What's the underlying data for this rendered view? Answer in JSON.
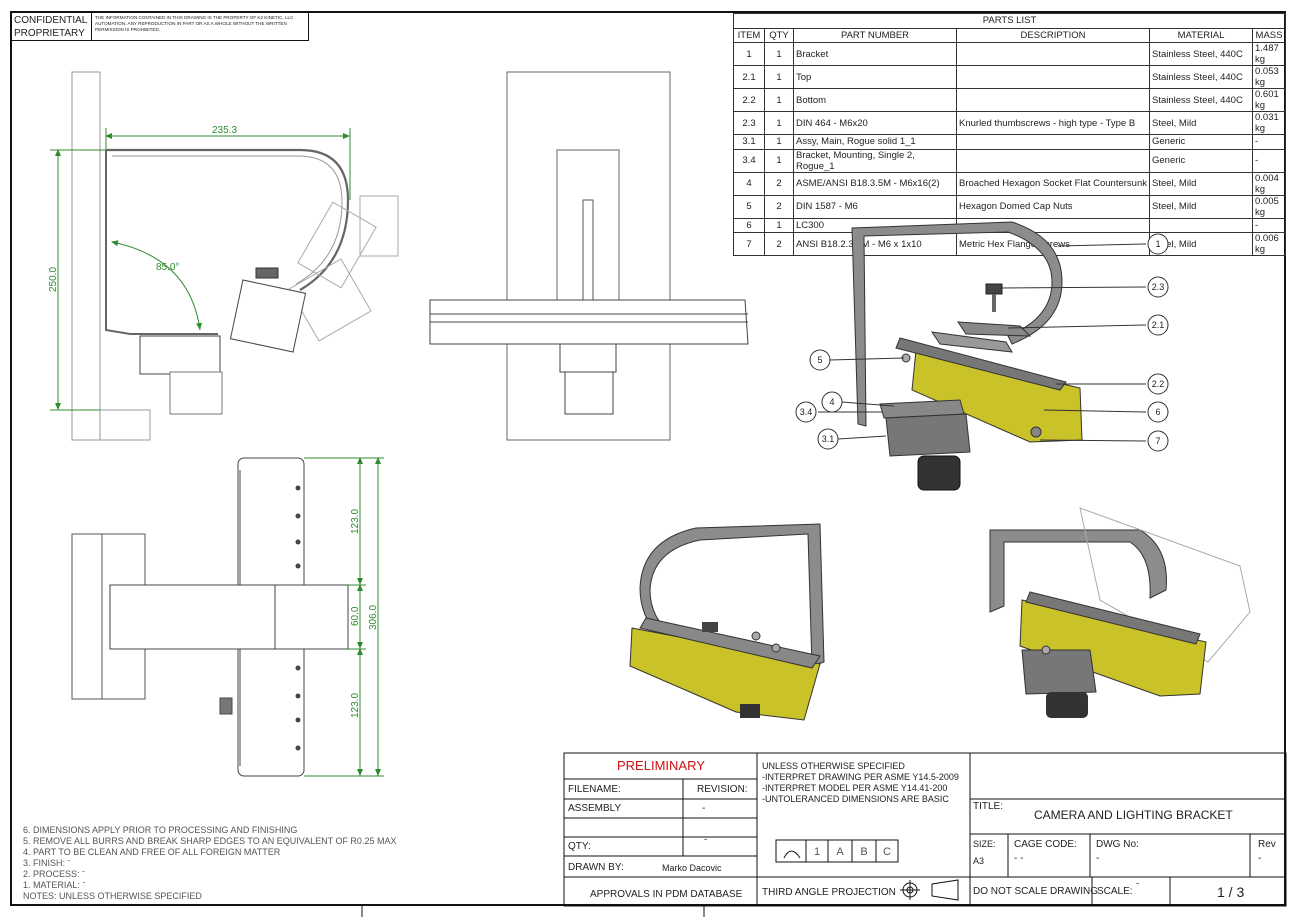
{
  "header": {
    "confidential": "CONFIDENTIAL",
    "proprietary": "PROPRIETARY",
    "legal_text_1": "THE INFORMATION CONTAINED IN THIS DRAWING IS THE PROPERTY OF K2 KINETIC, LLC",
    "legal_text_2": "AUTOMATION. ANY REPRODUCTION IN PART OR AS A WHOLE WITHOUT THE WRITTEN",
    "legal_text_3": "PERMISSION IS PROHIBITED."
  },
  "parts_list": {
    "title": "PARTS LIST",
    "columns": [
      "ITEM",
      "QTY",
      "PART NUMBER",
      "DESCRIPTION",
      "MATERIAL",
      "MASS"
    ],
    "rows": [
      [
        "1",
        "1",
        "Bracket",
        "",
        "Stainless Steel, 440C",
        "1.487 kg"
      ],
      [
        "2.1",
        "1",
        "Top",
        "",
        "Stainless Steel, 440C",
        "0.053 kg"
      ],
      [
        "2.2",
        "1",
        "Bottom",
        "",
        "Stainless Steel, 440C",
        "0.601 kg"
      ],
      [
        "2.3",
        "1",
        "DIN 464 - M6x20",
        "Knurled thumbscrews - high type - Type B",
        "Steel, Mild",
        "0.031 kg"
      ],
      [
        "3.1",
        "1",
        "Assy, Main, Rogue solid 1_1",
        "",
        "Generic",
        "-"
      ],
      [
        "3.4",
        "1",
        "Bracket, Mounting, Single 2, Rogue_1",
        "",
        "Generic",
        "-"
      ],
      [
        "4",
        "2",
        "ASME/ANSI B18.3.5M - M6x16(2)",
        "Broached Hexagon Socket Flat Countersunk",
        "Steel, Mild",
        "0.004 kg"
      ],
      [
        "5",
        "2",
        "DIN 1587 - M6",
        "Hexagon Domed Cap Nuts",
        "Steel, Mild",
        "0.005 kg"
      ],
      [
        "6",
        "1",
        "LC300",
        "",
        "",
        "-"
      ],
      [
        "7",
        "2",
        "ANSI B18.2.3.4M - M6 x 1x10",
        "Metric Hex Flange Screws",
        "Steel, Mild",
        "0.006 kg"
      ]
    ]
  },
  "dimensions": {
    "width_top": "235.3",
    "height_side": "250.0",
    "angle": "85.0°",
    "plan_top": "123.0",
    "plan_mid": "60.0",
    "plan_total": "306.0",
    "plan_bottom": "123.0"
  },
  "balloons": [
    "1",
    "2.3",
    "2.1",
    "2.2",
    "5",
    "6",
    "4",
    "3.4",
    "3.1",
    "7"
  ],
  "notes": [
    "6. DIMENSIONS APPLY PRIOR TO PROCESSING AND FINISHING",
    "5. REMOVE ALL BURRS AND BREAK SHARP EDGES TO AN  EQUIVALENT OF R0.25 MAX",
    "4. PART TO BE CLEAN AND FREE OF ALL FOREIGN MATTER",
    "3. FINISH:  ˉ",
    "2. PROCESS:  ˉ",
    "1. MATERIAL:  ˉ",
    "NOTES: UNLESS OTHERWISE SPECIFIED"
  ],
  "title_block": {
    "status": "PRELIMINARY",
    "filename_label": "FILENAME:",
    "revision_label": "REVISION:",
    "filename_value": "ASSEMBLY",
    "revision_value": "-",
    "qty_label": "QTY:",
    "qty_value": "ˉ",
    "drawn_by_label": "DRAWN BY:",
    "drawn_by_value": "Marko Dacovic",
    "approvals": "APPROVALS IN PDM DATABASE",
    "spec_1": "UNLESS OTHERWISE SPECIFIED",
    "spec_2": "-INTERPRET DRAWING PER ASME Y14.5-2009",
    "spec_3": "-INTERPRET MODEL PER ASME Y14.41-200",
    "spec_4": "-UNTOLERANCED DIMENSIONS ARE BASIC",
    "datum_1": "1",
    "datum_a": "A",
    "datum_b": "B",
    "datum_c": "C",
    "projection": "THIRD ANGLE PROJECTION",
    "title_label": "TITLE:",
    "title_value": "CAMERA AND LIGHTING BRACKET",
    "size_label": "SIZE:",
    "size_value": "A3",
    "cage_label": "CAGE CODE:",
    "cage_value": "- -",
    "dwg_label": "DWG No:",
    "dwg_value": "-",
    "rev_label": "Rev",
    "rev_value": "-",
    "no_scale": "DO NOT SCALE DRAWING",
    "scale_label": "SCALE:",
    "scale_value": "ˉ",
    "sheet": "1 / 3"
  },
  "colors": {
    "dimension": "#2e8b2e",
    "preliminary": "#cc1111",
    "steel": "#8c8c8c",
    "yellow_housing": "#c9c228"
  }
}
